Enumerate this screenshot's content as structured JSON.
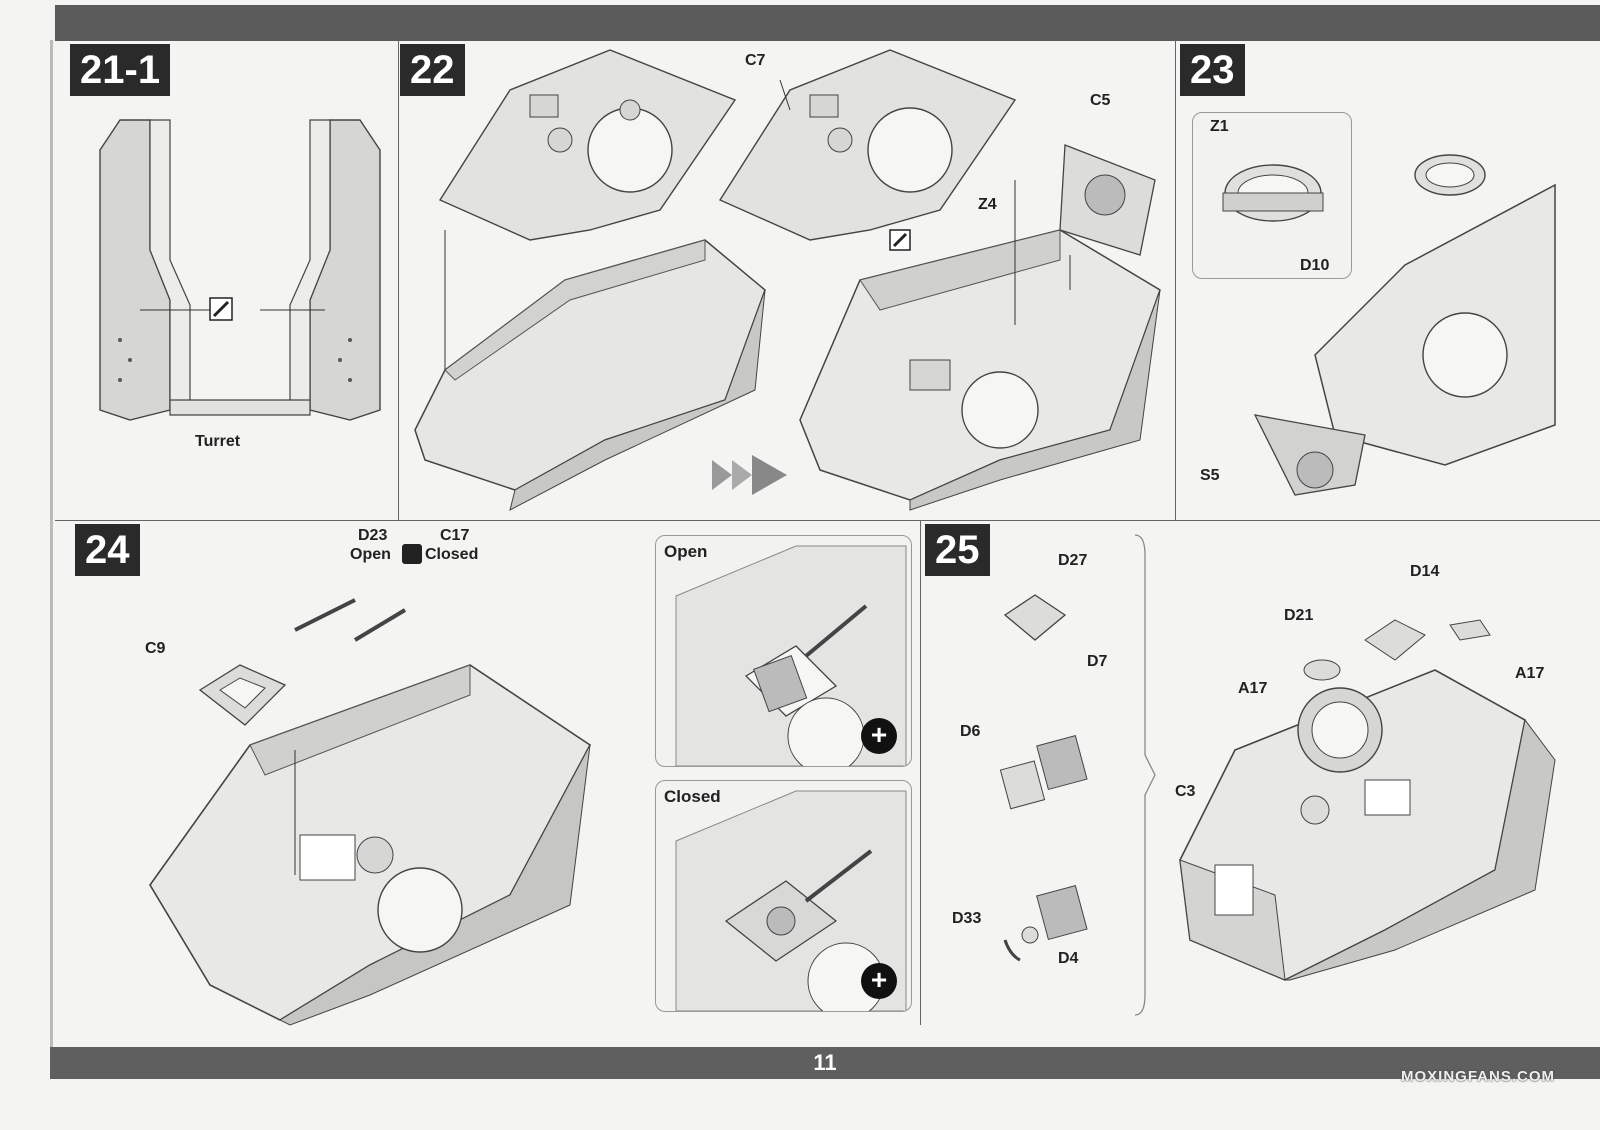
{
  "page_number": "11",
  "watermark": "MOXINGFANS.COM",
  "steps": {
    "s21_1": {
      "label": "21-1",
      "caption": "Turret"
    },
    "s22": {
      "label": "22",
      "parts": {
        "c7": "C7",
        "c5": "C5",
        "z4": "Z4"
      }
    },
    "s23": {
      "label": "23",
      "parts": {
        "z1": "Z1",
        "d10": "D10",
        "s5": "S5"
      }
    },
    "s24": {
      "label": "24",
      "parts": {
        "c9": "C9",
        "d23": "D23",
        "c17": "C17",
        "open": "Open",
        "closed": "Closed"
      },
      "inset_open": "Open",
      "inset_closed": "Closed"
    },
    "s25": {
      "label": "25",
      "parts": {
        "d27": "D27",
        "d7": "D7",
        "d6": "D6",
        "d33": "D33",
        "d4": "D4",
        "d14": "D14",
        "d21": "D21",
        "a17_left": "A17",
        "a17_right": "A17",
        "c3": "C3"
      }
    }
  },
  "colors": {
    "step_bg": "#2a2a2a",
    "bar": "#5a5a5a",
    "part": "#dcdcda",
    "line": "#333333"
  }
}
